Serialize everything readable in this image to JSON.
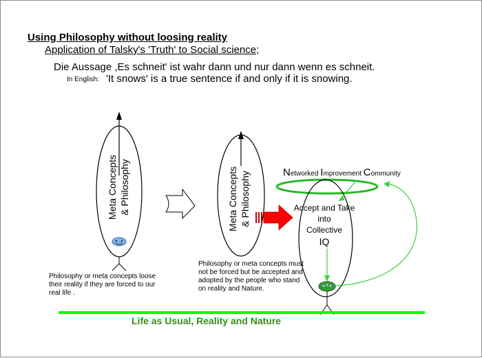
{
  "title": "Using Philosophy without loosing reality",
  "subtitle": "Application of Talsky's 'Truth' to Social science;",
  "german_sentence": "Die Aussage  ,Es schneit'  ist wahr dann und nur dann wenn es schneit.",
  "english_prefix": "In English:",
  "english_sentence": "'It snows' is a true sentence if and only if it is snowing.",
  "left_ellipse": {
    "label_line1": "Meta Concepts",
    "label_line2": "& Philosophy"
  },
  "right_ellipse": {
    "label_line1": "Meta Concepts",
    "label_line2": "& Philosophy"
  },
  "nic": {
    "n": "N",
    "n_rest": "etworked ",
    "i": "I",
    "i_rest": "mprovement ",
    "c": "C",
    "c_rest": "ommunity"
  },
  "accept": {
    "line1": "Accept and Take",
    "line2": "into",
    "line3": "Collective",
    "line4": "IQ"
  },
  "note_left": "Philosophy or meta concepts loose their reality if they are forced  to our real life .",
  "note_right": "Philosophy or meta concepts must not be forced but  be accepted and adopted by  the people who stand on reality and Nature.",
  "ground_label": "Life as Usual, Reality and Nature",
  "colors": {
    "ground_line": "#00ff00",
    "ground_text": "#3a8a1a",
    "nic_ring": "#22bb22",
    "green_arrow": "#3ecf3e",
    "red_arrow": "#ff0000",
    "face_blue": "#7fb2e5",
    "face_green": "#3a9a3a"
  },
  "icons": [
    "up-arrow-icon",
    "outline-arrow-icon",
    "red-arrow-icon",
    "blue-face-icon",
    "green-face-icon",
    "stick-figure-icon"
  ]
}
